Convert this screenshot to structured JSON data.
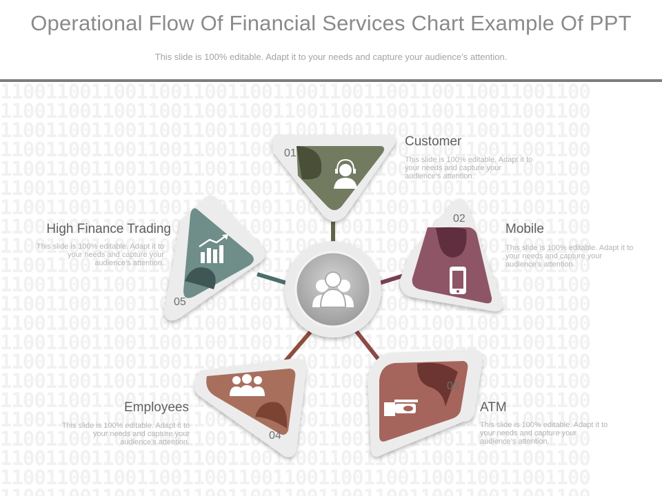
{
  "header": {
    "title": "Operational Flow Of Financial Services Chart Example Of PPT",
    "subtitle": "This slide is 100% editable. Adapt it to your needs and capture your audience’s attention."
  },
  "background_pattern": "1100110011001100110011001100110011001100110011001100",
  "hub": {
    "icon": "people-group-icon"
  },
  "steps": [
    {
      "num": "01",
      "label": "Customer",
      "desc": "This slide is 100% editable. Adapt it to your needs and capture your audience’s attention.",
      "icon": "headset-person-icon",
      "color": "#727a60"
    },
    {
      "num": "02",
      "label": "Mobile",
      "desc": "This slide is 100% editable. Adapt it to your needs and capture your audience’s attention.",
      "icon": "mobile-phone-icon",
      "color": "#8e5566"
    },
    {
      "num": "03",
      "label": "ATM",
      "desc": "This slide is 100% editable. Adapt it to your needs and capture your audience’s attention.",
      "icon": "cash-hand-icon",
      "color": "#a5655c"
    },
    {
      "num": "04",
      "label": "Employees",
      "desc": "This slide is 100% editable. Adapt it to your needs and capture your audience’s attention.",
      "icon": "employees-icon",
      "color": "#a86f5d"
    },
    {
      "num": "05",
      "label": "High Finance Trading",
      "desc": "This slide is 100% editable. Adapt it to your needs and capture your audience’s attention.",
      "icon": "bar-chart-growth-icon",
      "color": "#6f8d89"
    }
  ]
}
